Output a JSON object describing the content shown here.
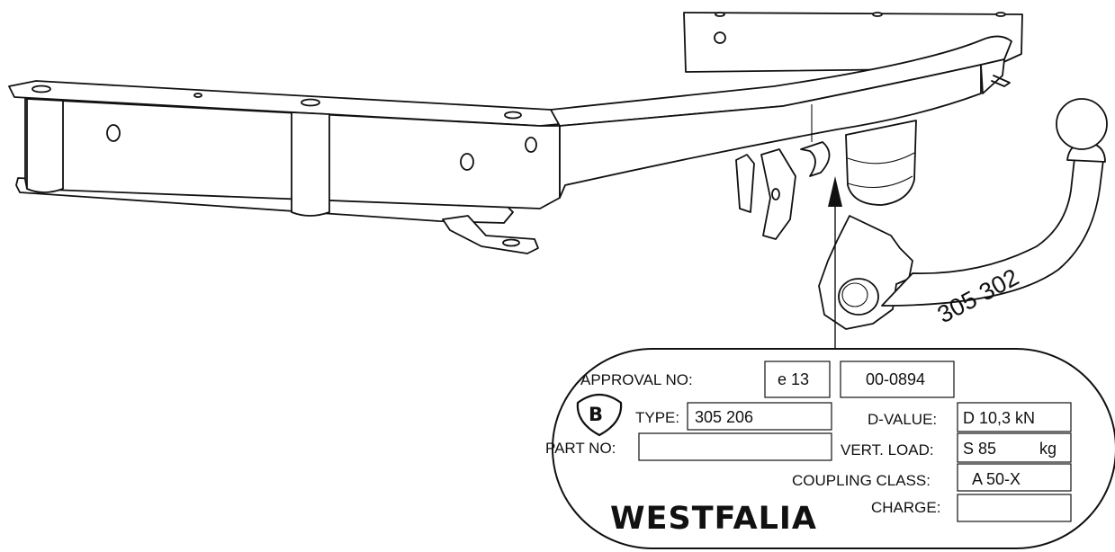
{
  "towbar": {
    "ball_stamp": "305 302"
  },
  "plate": {
    "approval_label": "APPROVAL NO:",
    "approval_country": "e 13",
    "approval_number": "00-0894",
    "badge_letter": "B",
    "type_label": "TYPE:",
    "type_value": "305 206",
    "part_label": "PART NO:",
    "part_value": "",
    "dvalue_label": "D-VALUE:",
    "dvalue_value": "D 10,3 kN",
    "vertload_label": "VERT. LOAD:",
    "vertload_value": "S 85",
    "vertload_unit": "kg",
    "coupling_label": "COUPLING CLASS:",
    "coupling_value": "A 50-X",
    "charge_label": "CHARGE:",
    "charge_value": "",
    "brand": "WESTFALIA"
  }
}
